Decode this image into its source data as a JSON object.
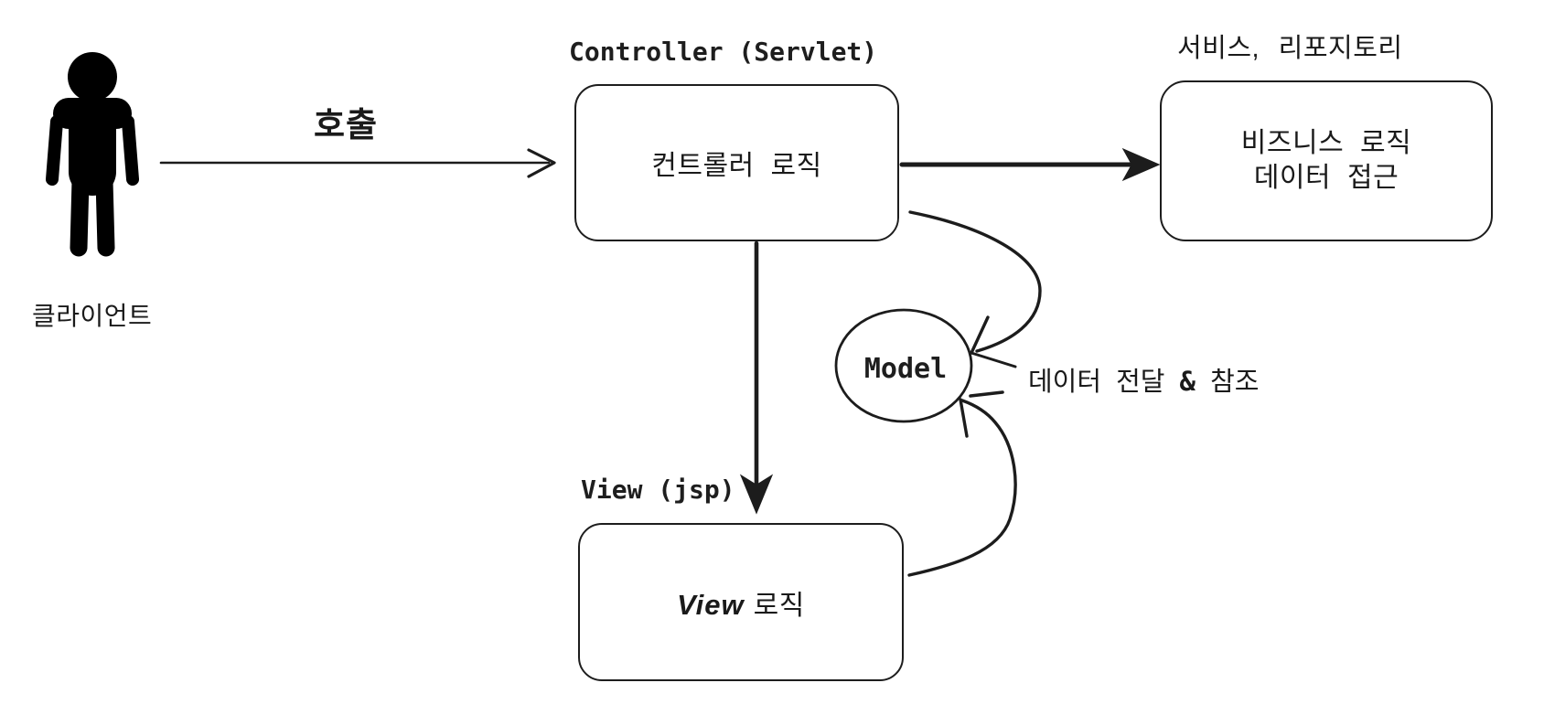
{
  "diagram": {
    "client": {
      "label": "클라이언트"
    },
    "controller": {
      "title": "Controller (Servlet)",
      "body": "컨트롤러 로직"
    },
    "service": {
      "title": "서비스, 리포지토리",
      "body_line1": "비즈니스 로직",
      "body_line2": "데이터 접근"
    },
    "view": {
      "title": "View (jsp)",
      "body_latin": "View",
      "body_korean": "로직"
    },
    "model": {
      "label": "Model"
    },
    "edges": {
      "call": {
        "label": "호출"
      },
      "model_ref": {
        "label_pre": "데이터 전달",
        "label_amp": "&",
        "label_post": "참조"
      }
    },
    "colors": {
      "ink": "#1c1c1c",
      "background": "#ffffff"
    }
  }
}
